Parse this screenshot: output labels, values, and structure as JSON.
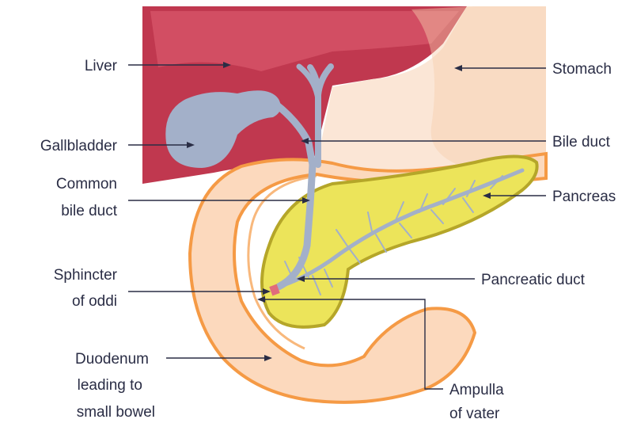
{
  "labels": {
    "liver": "Liver",
    "gallbladder": "Gallbladder",
    "common_bile_duct_line1": "Common",
    "common_bile_duct_line2": "bile duct",
    "sphincter_line1": "Sphincter",
    "sphincter_line2": "of oddi",
    "duodenum_line1": "Duodenum",
    "duodenum_line2": "leading to",
    "duodenum_line3": "small bowel",
    "stomach": "Stomach",
    "bile_duct": "Bile duct",
    "pancreas": "Pancreas",
    "pancreatic_duct": "Pancreatic duct",
    "ampulla_line1": "Ampulla",
    "ampulla_line2": "of vater"
  },
  "colors": {
    "liver": "#c0384f",
    "liver_highlight": "#d8566a",
    "gallbladder": "#a3b0c9",
    "stomach": "#fbe6d6",
    "duodenum_fill": "#fcd9bd",
    "duodenum_outline": "#f59a45",
    "pancreas": "#ece45a",
    "pancreas_outline": "#b5a629",
    "duct": "#a3b0c9",
    "sphincter": "#e06c7c",
    "text": "#2a2d45"
  }
}
